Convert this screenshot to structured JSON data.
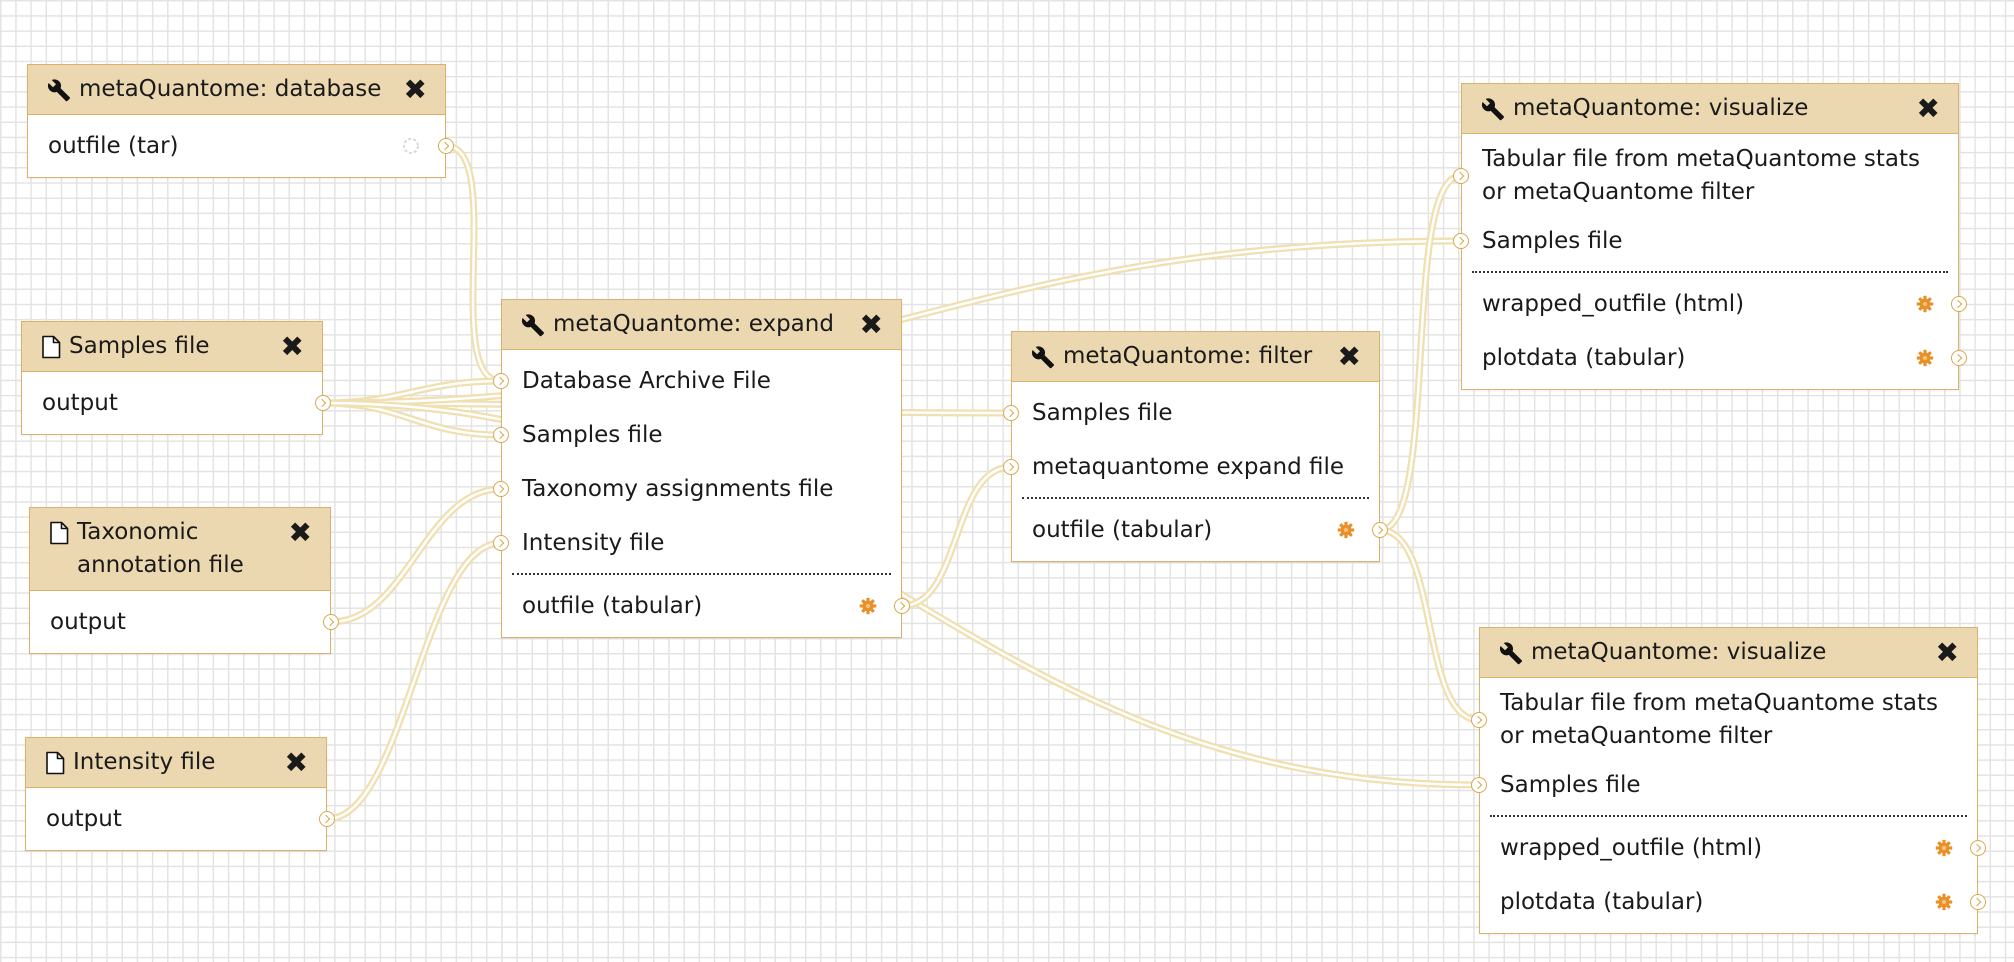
{
  "colors": {
    "node_header": "#ecd8b0",
    "node_border": "#d9b36b",
    "wire": "#f0dfb0",
    "gear": "#e8912a"
  },
  "nodes": {
    "database": {
      "title": "metaQuantome: database",
      "icon": "wrench-icon",
      "outputs": [
        {
          "label": "outfile (tar)",
          "status": "spinner-icon"
        }
      ]
    },
    "samples": {
      "title": "Samples file",
      "icon": "file-icon",
      "outputs": [
        {
          "label": "output"
        }
      ]
    },
    "taxonomic": {
      "title": "Taxonomic annotation file",
      "icon": "file-icon",
      "outputs": [
        {
          "label": "output"
        }
      ]
    },
    "intensity": {
      "title": "Intensity file",
      "icon": "file-icon",
      "outputs": [
        {
          "label": "output"
        }
      ]
    },
    "expand": {
      "title": "metaQuantome: expand",
      "icon": "wrench-icon",
      "inputs": [
        {
          "label": "Database Archive File"
        },
        {
          "label": "Samples file"
        },
        {
          "label": "Taxonomy assignments file"
        },
        {
          "label": "Intensity file"
        }
      ],
      "outputs": [
        {
          "label": "outfile (tabular)",
          "status": "gear-icon"
        }
      ]
    },
    "filter": {
      "title": "metaQuantome: filter",
      "icon": "wrench-icon",
      "inputs": [
        {
          "label": "Samples file"
        },
        {
          "label": "metaquantome expand file"
        }
      ],
      "outputs": [
        {
          "label": "outfile (tabular)",
          "status": "gear-icon"
        }
      ]
    },
    "visualize1": {
      "title": "metaQuantome: visualize",
      "icon": "wrench-icon",
      "inputs": [
        {
          "label": "Tabular file from metaQuantome stats or metaQuantome filter"
        },
        {
          "label": "Samples file"
        }
      ],
      "outputs": [
        {
          "label": "wrapped_outfile (html)",
          "status": "gear-icon"
        },
        {
          "label": "plotdata (tabular)",
          "status": "gear-icon"
        }
      ]
    },
    "visualize2": {
      "title": "metaQuantome: visualize",
      "icon": "wrench-icon",
      "inputs": [
        {
          "label": "Tabular file from metaQuantome stats or metaQuantome filter"
        },
        {
          "label": "Samples file"
        }
      ],
      "outputs": [
        {
          "label": "wrapped_outfile (html)",
          "status": "gear-icon"
        },
        {
          "label": "plotdata (tabular)",
          "status": "gear-icon"
        }
      ]
    }
  }
}
